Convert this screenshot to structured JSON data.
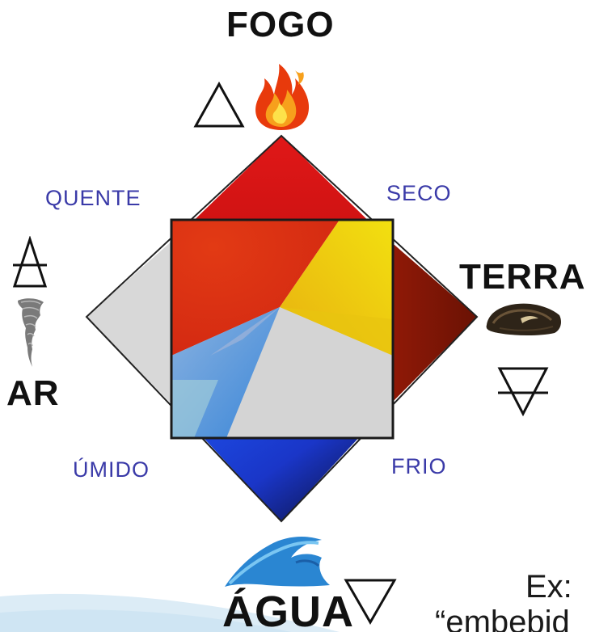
{
  "elements": {
    "fire": "FOGO",
    "earth": "TERRA",
    "air": "AR",
    "water": "ÁGUA"
  },
  "qualities": {
    "hot": "QUENTE",
    "dry": "SECO",
    "wet": "ÚMIDO",
    "cold": "FRIO"
  },
  "caption": {
    "line1": "Ex:",
    "line2": "“embebid"
  },
  "icons": {
    "fire_symbol": "fire-triangle-icon",
    "air_symbol": "air-triangle-icon",
    "earth_symbol": "earth-triangle-icon",
    "water_symbol": "water-triangle-icon",
    "flame": "flame-icon",
    "tornado": "tornado-icon",
    "rock": "rock-icon",
    "wave": "wave-icon"
  },
  "colors": {
    "fire": "#d61a1a",
    "earth": "#8a1a05",
    "air": "#dadada",
    "water": "#1f48e0",
    "quality_text": "#3a3aa8"
  }
}
